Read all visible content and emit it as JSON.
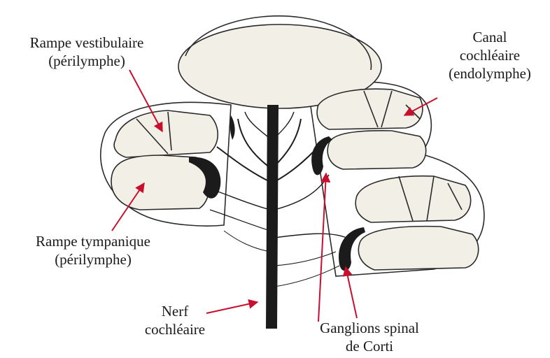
{
  "labels": {
    "rampe_vestibulaire": [
      "Rampe vestibulaire",
      "(périlymphe)"
    ],
    "canal_cochleaire": [
      "Canal",
      "cochléaire",
      "(endolymphe)"
    ],
    "rampe_tympanique": [
      "Rampe tympanique",
      "(périlymphe)"
    ],
    "nerf_cochleaire": [
      "Nerf",
      "cochléaire"
    ],
    "ganglions": [
      "Ganglions spinal",
      "de Corti"
    ]
  },
  "colors": {
    "fill": "#f1efe6",
    "stroke": "#2a2a2a",
    "arrow": "#c8102e",
    "nerve": "#1b1b1b"
  }
}
